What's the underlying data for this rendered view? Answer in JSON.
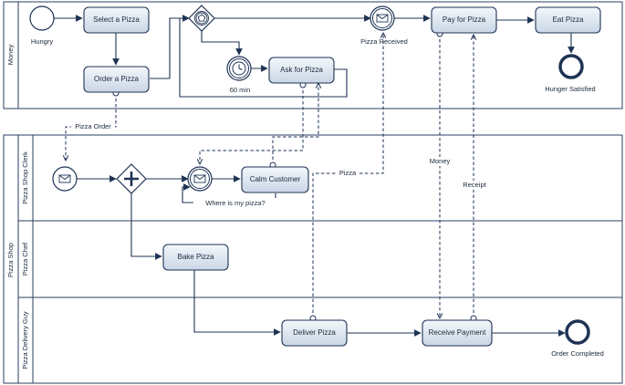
{
  "pools": {
    "money": {
      "label": "Money"
    },
    "pizza_shop": {
      "label": "Pizza Shop",
      "lanes": {
        "clerk": "Pizza Shop Clerk",
        "chef": "Pizza Chef",
        "delivery": "Pizza Delivery Guy"
      }
    }
  },
  "tasks": {
    "select_pizza": "Select a Pizza",
    "order_pizza": "Order a Pizza",
    "ask_for_pizza": "Ask for Pizza",
    "pay_for_pizza": "Pay for Pizza",
    "eat_pizza": "Eat Pizza",
    "calm_customer": "Calm Customer",
    "bake_pizza": "Bake Pizza",
    "deliver_pizza": "Deliver Pizza",
    "receive_payment": "Receive Payment"
  },
  "events": {
    "hungry": "Hungry",
    "timer": "60 min",
    "pizza_received": "Pizza Received",
    "hunger_satisfied": "Hunger Satisfied",
    "where_is_my_pizza": "Where is my pizza?",
    "order_completed": "Order Completed"
  },
  "messages": {
    "pizza_order": "Pizza Order",
    "pizza": "Pizza",
    "money": "Money",
    "receipt": "Receipt"
  },
  "colors": {
    "line": "#1f3354",
    "task_fill_top": "#f4f7fb",
    "task_fill_bottom": "#c9d6e6"
  }
}
